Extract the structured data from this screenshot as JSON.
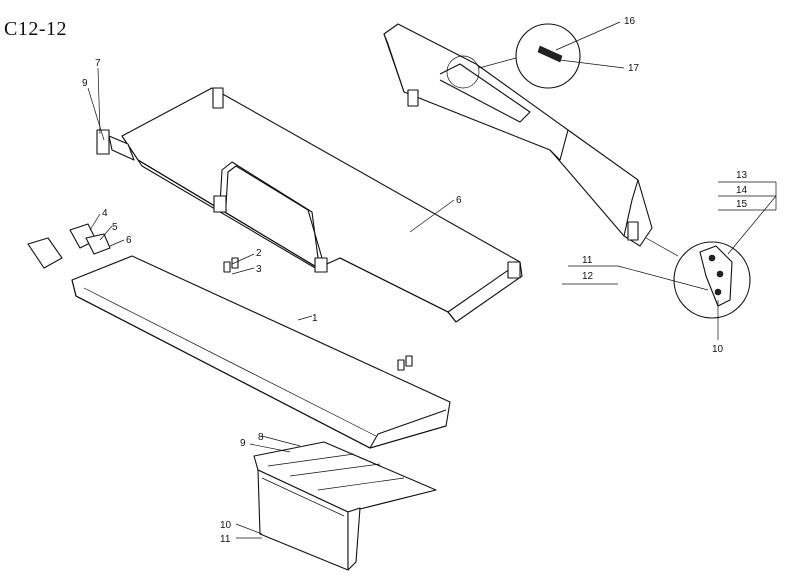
{
  "diagram": {
    "code": "C12-12",
    "callouts": {
      "c1": "1",
      "c2": "2",
      "c3": "3",
      "c4": "4",
      "c5": "5",
      "c6_left": "6",
      "c6_top": "6",
      "c7": "7",
      "c9_top": "9",
      "c8": "8",
      "c9_bottom": "9",
      "c10_bottom": "10",
      "c11_bottom": "11",
      "c16": "16",
      "c17": "17",
      "c13": "13",
      "c14": "14",
      "c15": "15",
      "c11_right": "11",
      "c12": "12",
      "c10_right": "10"
    }
  }
}
